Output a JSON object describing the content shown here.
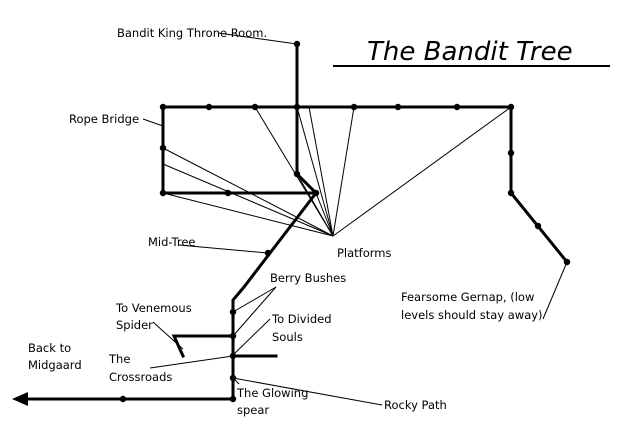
{
  "title": "The Bandit Tree",
  "labels": {
    "throne_room": "Bandit King Throne Room.",
    "rope_bridge": "Rope Bridge",
    "platforms": "Platforms",
    "mid_tree": "Mid-Tree",
    "berry_bushes": "Berry Bushes",
    "venemous_spider_1": "To Venemous",
    "venemous_spider_2": "Spider",
    "divided_souls_1": "To Divided",
    "divided_souls_2": "Souls",
    "back_to_1": "Back to",
    "back_to_2": "Midgaard",
    "crossroads_1": "The",
    "crossroads_2": "Crossroads",
    "glowing_spear_1": "The Glowing",
    "glowing_spear_2": "spear",
    "rocky_path": "Rocky Path",
    "gernap_1": "Fearsome Gernap, (low",
    "gernap_2": "levels should stay away)"
  }
}
